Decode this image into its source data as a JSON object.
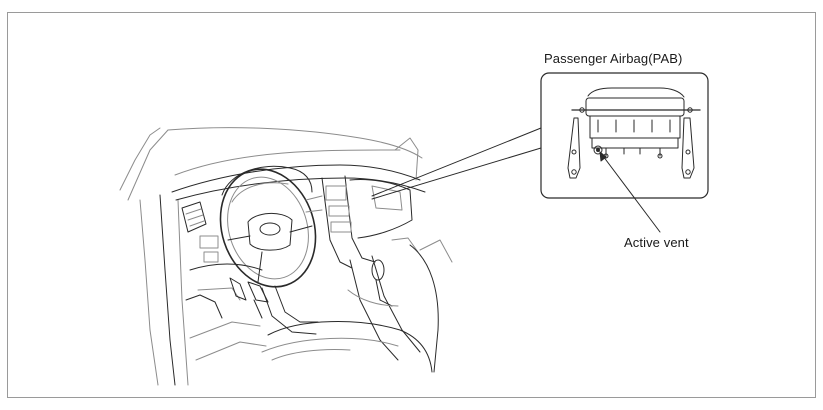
{
  "diagram": {
    "callout_title": "Passenger Airbag(PAB)",
    "vent_label": "Active vent"
  },
  "colors": {
    "line": "#2a2a2a",
    "light_line": "#8c8c8c",
    "frame_border": "#9a9a9a"
  },
  "icons": [
    "car-interior-illustration",
    "airbag-module-detail",
    "leader-line-arrow"
  ]
}
